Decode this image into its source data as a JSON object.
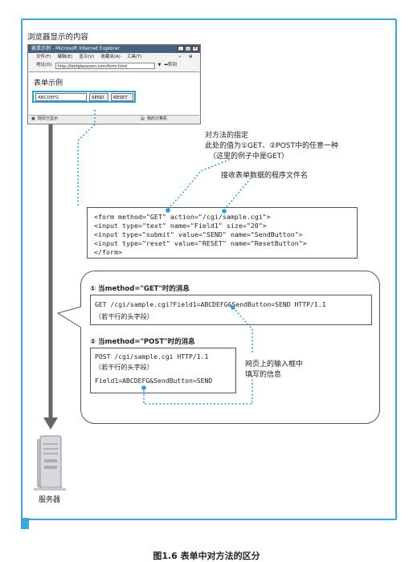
{
  "header": {
    "title": "浏览器显示的内容"
  },
  "browser": {
    "title": "表单示例 - Microsoft Internet Explorer",
    "menu": [
      "文件(F)",
      "编辑(E)",
      "显示(V)",
      "收藏夹(A)",
      "工具(T)"
    ],
    "address_label": "地址(D)",
    "address_value": "http://testglasscom.com/form.html",
    "go_label": "转到",
    "page_title": "表单示例",
    "field_value": "ABCDEFG",
    "send_label": "SEND",
    "reset_label": "RESET",
    "status_left": "网页已显示",
    "status_right": "我的计算机"
  },
  "annotations": {
    "method_title": "对方法的指定",
    "method_desc": "此处的值为①GET、②POST中的任意一种",
    "method_note": "（这里的例子中是GET）",
    "action_label": "接收表单数据的程序文件名",
    "input_label_1": "网页上的输入框中",
    "input_label_2": "填写的信息"
  },
  "code": [
    "<form method=\"GET\" action=\"/cgi/sample.cgi\">",
    "  <input type=\"text\" name=\"Field1\" size=\"20\">",
    "  <input type=\"submit\" value=\"SEND\" name=\"SendButton\">",
    "  <input type=\"reset\" value=\"RESET\" name=\"ResetButton\">",
    "</form>"
  ],
  "get_section": {
    "title": "① 当method=\"GET\"时的消息",
    "line1": "GET /cgi/sample.cgi?Field1=ABCDEFG&SendButton=SEND HTTP/1.1",
    "line2": "（若干行的头字段）"
  },
  "post_section": {
    "title": "② 当method=\"POST\"时的消息",
    "line1": "POST /cgi/sample.cgi  HTTP/1.1",
    "line2": "（若干行的头字段）",
    "line3": "Field1=ABCDEFG&SendButton=SEND"
  },
  "server_label": "服务器",
  "caption": "图1.6  表单中对方法的区分",
  "colors": {
    "accent": "#3aa7e0",
    "arrow": "#666666",
    "dots": "#2ba0d9"
  }
}
